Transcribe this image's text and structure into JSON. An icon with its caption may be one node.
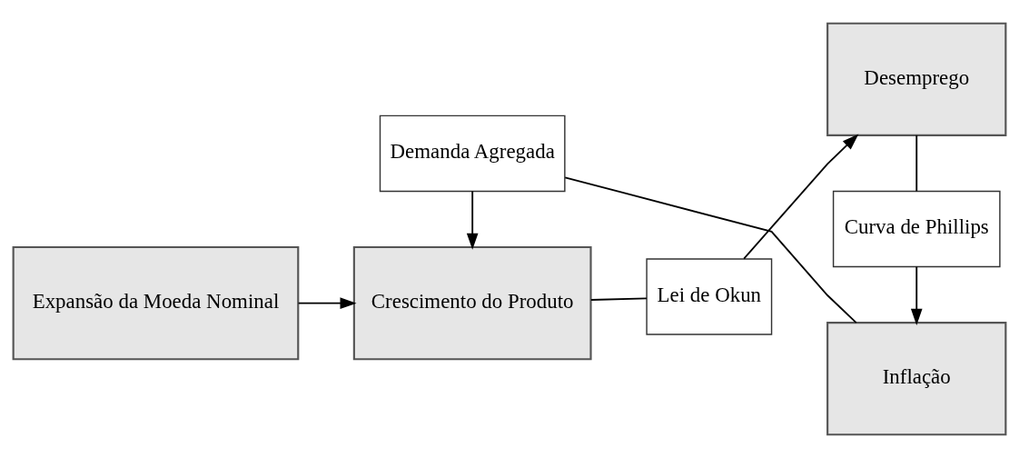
{
  "diagram": {
    "nodes": [
      {
        "text": [
          "Expansão da Moeda Nominal"
        ]
      },
      {
        "text": [
          "Crescimento do Produto"
        ]
      },
      {
        "text": [
          "Lei de Okun"
        ]
      },
      {
        "text": [
          "Desemprego"
        ]
      },
      {
        "text": [
          "Curva de Phillips"
        ]
      },
      {
        "text": [
          "Inflação"
        ]
      },
      {
        "text": [
          "Demanda Agregada"
        ]
      }
    ],
    "edges": [
      {
        "from": 0,
        "to": 1,
        "arrow": "to"
      },
      {
        "from": 1,
        "to": 2,
        "arrow": "none"
      },
      {
        "from": 2,
        "to": 3,
        "arrow": "to"
      },
      {
        "from": 3,
        "to": 4,
        "arrow": "none"
      },
      {
        "from": 4,
        "to": 5,
        "arrow": "to"
      },
      {
        "from": 5,
        "to": 6,
        "arrow": "none"
      },
      {
        "from": 6,
        "to": 1,
        "arrow": "to"
      }
    ]
  }
}
